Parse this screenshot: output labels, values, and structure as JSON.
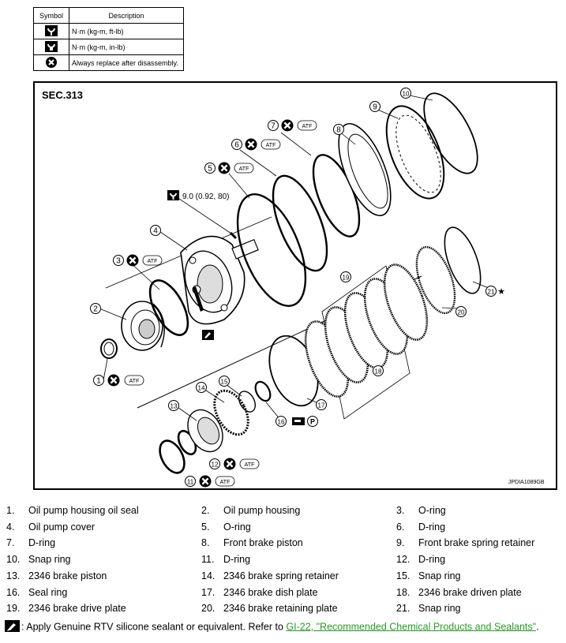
{
  "symbol_table": {
    "headers": [
      "Symbol",
      "Description"
    ],
    "rows": [
      {
        "icon": "torque-wrench-icon",
        "description": "N·m (kg-m, ft-lb)"
      },
      {
        "icon": "torque-wrench-small-icon",
        "description": "N·m (kg-m, in-lb)"
      },
      {
        "icon": "replace-x-icon",
        "description": "Always replace after disassembly."
      }
    ]
  },
  "diagram": {
    "section_label": "SEC.313",
    "torque_value": "9.0 (0.92, 80)",
    "atf_label": "ATF",
    "p_label": "P",
    "star": "★",
    "image_code": "JPDIA1089GB",
    "callouts": [
      "1",
      "2",
      "3",
      "4",
      "5",
      "6",
      "7",
      "8",
      "9",
      "10",
      "11",
      "12",
      "13",
      "14",
      "15",
      "16",
      "17",
      "18",
      "19",
      "20",
      "21"
    ]
  },
  "parts": [
    {
      "num": "1.",
      "name": "Oil pump housing oil seal"
    },
    {
      "num": "2.",
      "name": "Oil pump housing"
    },
    {
      "num": "3.",
      "name": "O-ring"
    },
    {
      "num": "4.",
      "name": "Oil pump cover"
    },
    {
      "num": "5.",
      "name": "O-ring"
    },
    {
      "num": "6.",
      "name": "D-ring"
    },
    {
      "num": "7.",
      "name": "D-ring"
    },
    {
      "num": "8.",
      "name": "Front brake piston"
    },
    {
      "num": "9.",
      "name": "Front brake spring retainer"
    },
    {
      "num": "10.",
      "name": "Snap ring"
    },
    {
      "num": "11.",
      "name": "D-ring"
    },
    {
      "num": "12.",
      "name": "D-ring"
    },
    {
      "num": "13.",
      "name": "2346 brake piston"
    },
    {
      "num": "14.",
      "name": "2346 brake spring retainer"
    },
    {
      "num": "15.",
      "name": "Snap ring"
    },
    {
      "num": "16.",
      "name": "Seal ring"
    },
    {
      "num": "17.",
      "name": "2346 brake dish plate"
    },
    {
      "num": "18.",
      "name": "2346 brake driven plate"
    },
    {
      "num": "19.",
      "name": "2346 brake drive plate"
    },
    {
      "num": "20.",
      "name": "2346 brake retaining plate"
    },
    {
      "num": "21.",
      "name": "Snap ring"
    }
  ],
  "footer": {
    "text": ": Apply Genuine RTV silicone sealant or equivalent. Refer to ",
    "link": "GI-22, \"Recommended Chemical Products and Sealants\"",
    "end": "."
  }
}
